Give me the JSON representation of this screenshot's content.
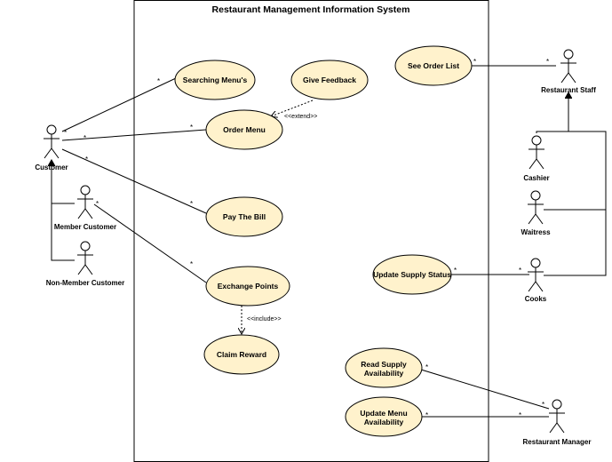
{
  "system": {
    "title": "Restaurant Management Information System"
  },
  "usecases": {
    "searching_menus": "Searching Menu's",
    "give_feedback": "Give Feedback",
    "order_menu": "Order Menu",
    "pay_bill": "Pay The Bill",
    "exchange_points": "Exchange Points",
    "claim_reward": "Claim Reward",
    "see_order_list": "See Order List",
    "update_supply_status": "Update Supply Status",
    "read_supply_line1": "Read Supply",
    "read_supply_line2": "Availability",
    "update_menu_line1": "Update Menu",
    "update_menu_line2": "Availability"
  },
  "actors": {
    "customer": "Customer",
    "member_customer": "Member Customer",
    "non_member_customer": "Non-Member Customer",
    "restaurant_staff": "Restaurant Staff",
    "cashier": "Cashier",
    "waitress": "Waitress",
    "cooks": "Cooks",
    "restaurant_manager": "Restaurant Manager"
  },
  "relations": {
    "extend": "<<extend>>",
    "include": "<<include>>",
    "multiplicity": "*"
  },
  "colors": {
    "usecase_fill": "#FFF2CC",
    "stroke": "#000000",
    "background": "#FFFFFF"
  }
}
